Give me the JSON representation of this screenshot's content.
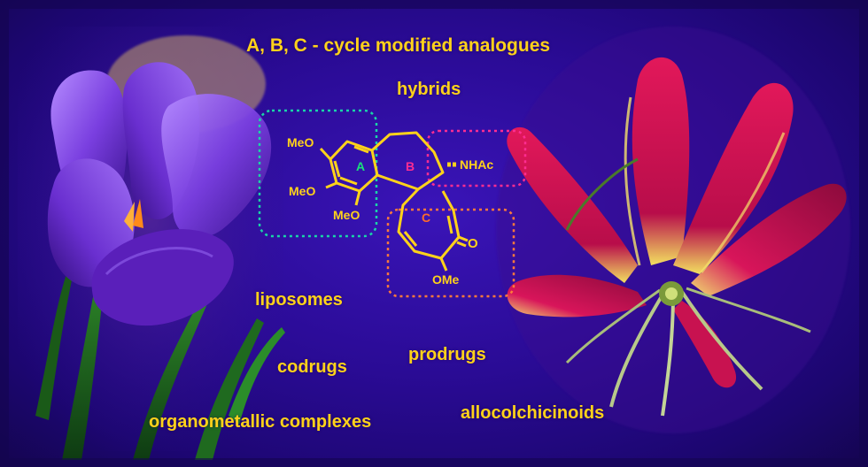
{
  "title": "A, B, C - cycle modified analogues",
  "labels": {
    "hybrids": "hybrids",
    "liposomes": "liposomes",
    "codrugs": "codrugs",
    "prodrugs": "prodrugs",
    "organometallic": "organometallic complexes",
    "allocolchicinoids": "allocolchicinoids"
  },
  "molecule": {
    "meo1": "MeO",
    "meo2": "MeO",
    "meo3": "MeO",
    "nhac": "NHAc",
    "ome": "OMe",
    "carbonyl_o": "O",
    "ring_a": "A",
    "ring_b": "B",
    "ring_c": "C"
  },
  "colors": {
    "label_text": "#ffd21a",
    "ring_a_box": "#19d6a8",
    "ring_b_box": "#ff2d92",
    "ring_c_box": "#ff7a3a",
    "ring_a_letter": "#19e07a",
    "ring_b_letter": "#ff2d92",
    "ring_c_letter": "#ff6a2a"
  }
}
